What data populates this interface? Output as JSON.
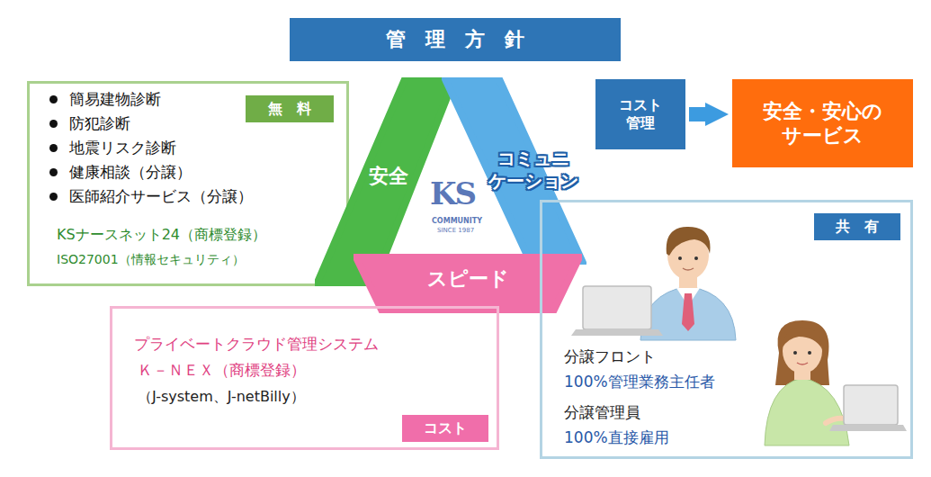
{
  "diagram": {
    "title": "管　理　方　針",
    "nodes": [
      {
        "text": [
          "簡易建物診断",
          "防犯診断",
          "地震リスク診断",
          "健康相談（分譲）",
          "医師紹介サービス（分譲）",
          "KSナースネット24（商標登録）",
          "ISO27001（情報セキュリティ）"
        ]
      },
      {
        "text": [
          "無　料"
        ],
        "in": 0
      },
      {
        "text": [
          "安全"
        ]
      },
      {
        "text": [
          "コミュニ ケーション"
        ]
      },
      {
        "text": [
          "スピード"
        ]
      },
      {
        "text": [
          "コスト 管理"
        ]
      },
      {
        "text": [
          "安全・安心の サービス"
        ]
      },
      {
        "text": [
          "分譲フロント",
          "100%管理業務主任者",
          "分譲管理員",
          "100%直接雇用"
        ]
      },
      {
        "text": [
          "共　有"
        ],
        "in": 7
      },
      {
        "text": [
          "プライベートクラウド管理システム",
          "Ｋ－ＮＥＸ（商標登録）",
          "（J-system、J-netBilly）"
        ]
      },
      {
        "text": [
          "コスト"
        ],
        "in": 9
      }
    ],
    "edges": [
      {
        "from": 5,
        "to": 6,
        "arrow": "to"
      }
    ],
    "labels": [
      "KS",
      "COMMUNITY",
      "SINCE 1987"
    ]
  }
}
